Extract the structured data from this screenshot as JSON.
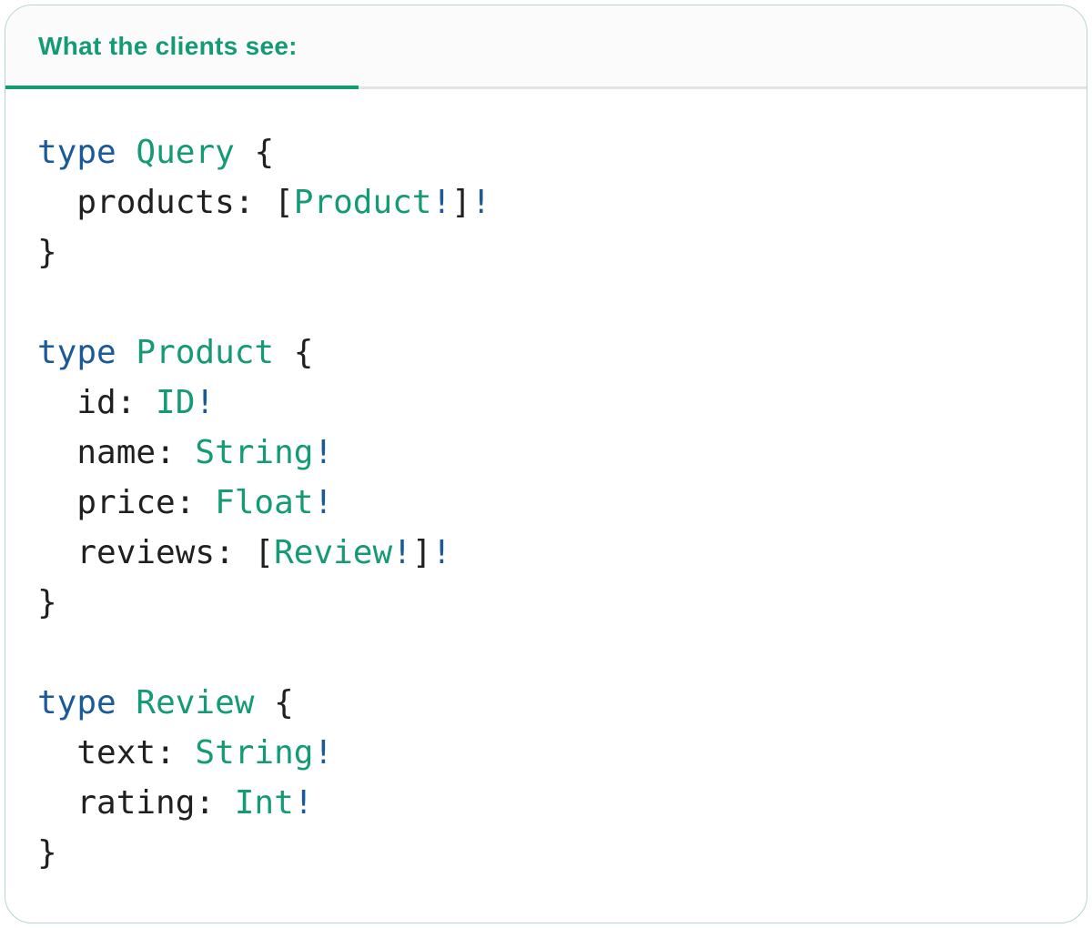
{
  "panel": {
    "tab_label": "What the clients see:"
  },
  "colors": {
    "green": "#149b76",
    "blue": "#1a5a99",
    "dark": "#202020",
    "panel_border": "#b6d8c1",
    "header_bg": "#fbfbfb",
    "divider": "#e4e4e4"
  },
  "code": {
    "lines": [
      [
        {
          "t": "type",
          "c": "blue"
        },
        {
          "t": " ",
          "c": "dark"
        },
        {
          "t": "Query",
          "c": "green"
        },
        {
          "t": " {",
          "c": "dark"
        }
      ],
      [
        {
          "t": "  products: [",
          "c": "dark"
        },
        {
          "t": "Product",
          "c": "green"
        },
        {
          "t": "!",
          "c": "blue"
        },
        {
          "t": "]",
          "c": "dark"
        },
        {
          "t": "!",
          "c": "blue"
        }
      ],
      [
        {
          "t": "}",
          "c": "dark"
        }
      ],
      [],
      [
        {
          "t": "type",
          "c": "blue"
        },
        {
          "t": " ",
          "c": "dark"
        },
        {
          "t": "Product",
          "c": "green"
        },
        {
          "t": " {",
          "c": "dark"
        }
      ],
      [
        {
          "t": "  id: ",
          "c": "dark"
        },
        {
          "t": "ID",
          "c": "green"
        },
        {
          "t": "!",
          "c": "blue"
        }
      ],
      [
        {
          "t": "  name: ",
          "c": "dark"
        },
        {
          "t": "String",
          "c": "green"
        },
        {
          "t": "!",
          "c": "blue"
        }
      ],
      [
        {
          "t": "  price: ",
          "c": "dark"
        },
        {
          "t": "Float",
          "c": "green"
        },
        {
          "t": "!",
          "c": "blue"
        }
      ],
      [
        {
          "t": "  reviews: [",
          "c": "dark"
        },
        {
          "t": "Review",
          "c": "green"
        },
        {
          "t": "!",
          "c": "blue"
        },
        {
          "t": "]",
          "c": "dark"
        },
        {
          "t": "!",
          "c": "blue"
        }
      ],
      [
        {
          "t": "}",
          "c": "dark"
        }
      ],
      [],
      [
        {
          "t": "type",
          "c": "blue"
        },
        {
          "t": " ",
          "c": "dark"
        },
        {
          "t": "Review",
          "c": "green"
        },
        {
          "t": " {",
          "c": "dark"
        }
      ],
      [
        {
          "t": "  text: ",
          "c": "dark"
        },
        {
          "t": "String",
          "c": "green"
        },
        {
          "t": "!",
          "c": "blue"
        }
      ],
      [
        {
          "t": "  rating: ",
          "c": "dark"
        },
        {
          "t": "Int",
          "c": "green"
        },
        {
          "t": "!",
          "c": "blue"
        }
      ],
      [
        {
          "t": "}",
          "c": "dark"
        }
      ]
    ]
  }
}
